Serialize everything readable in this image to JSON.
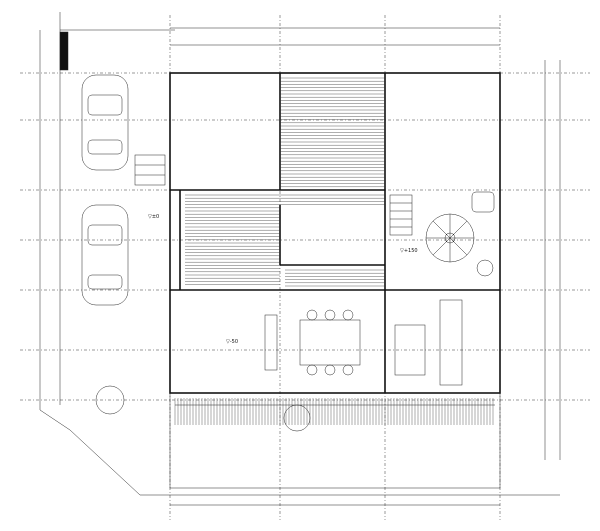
{
  "labels": {
    "entrance_level": "▽+150",
    "garage_level": "▽±0",
    "yard_level": "▽-50"
  },
  "colors": {
    "ink": "#111111",
    "paper": "#ffffff"
  }
}
